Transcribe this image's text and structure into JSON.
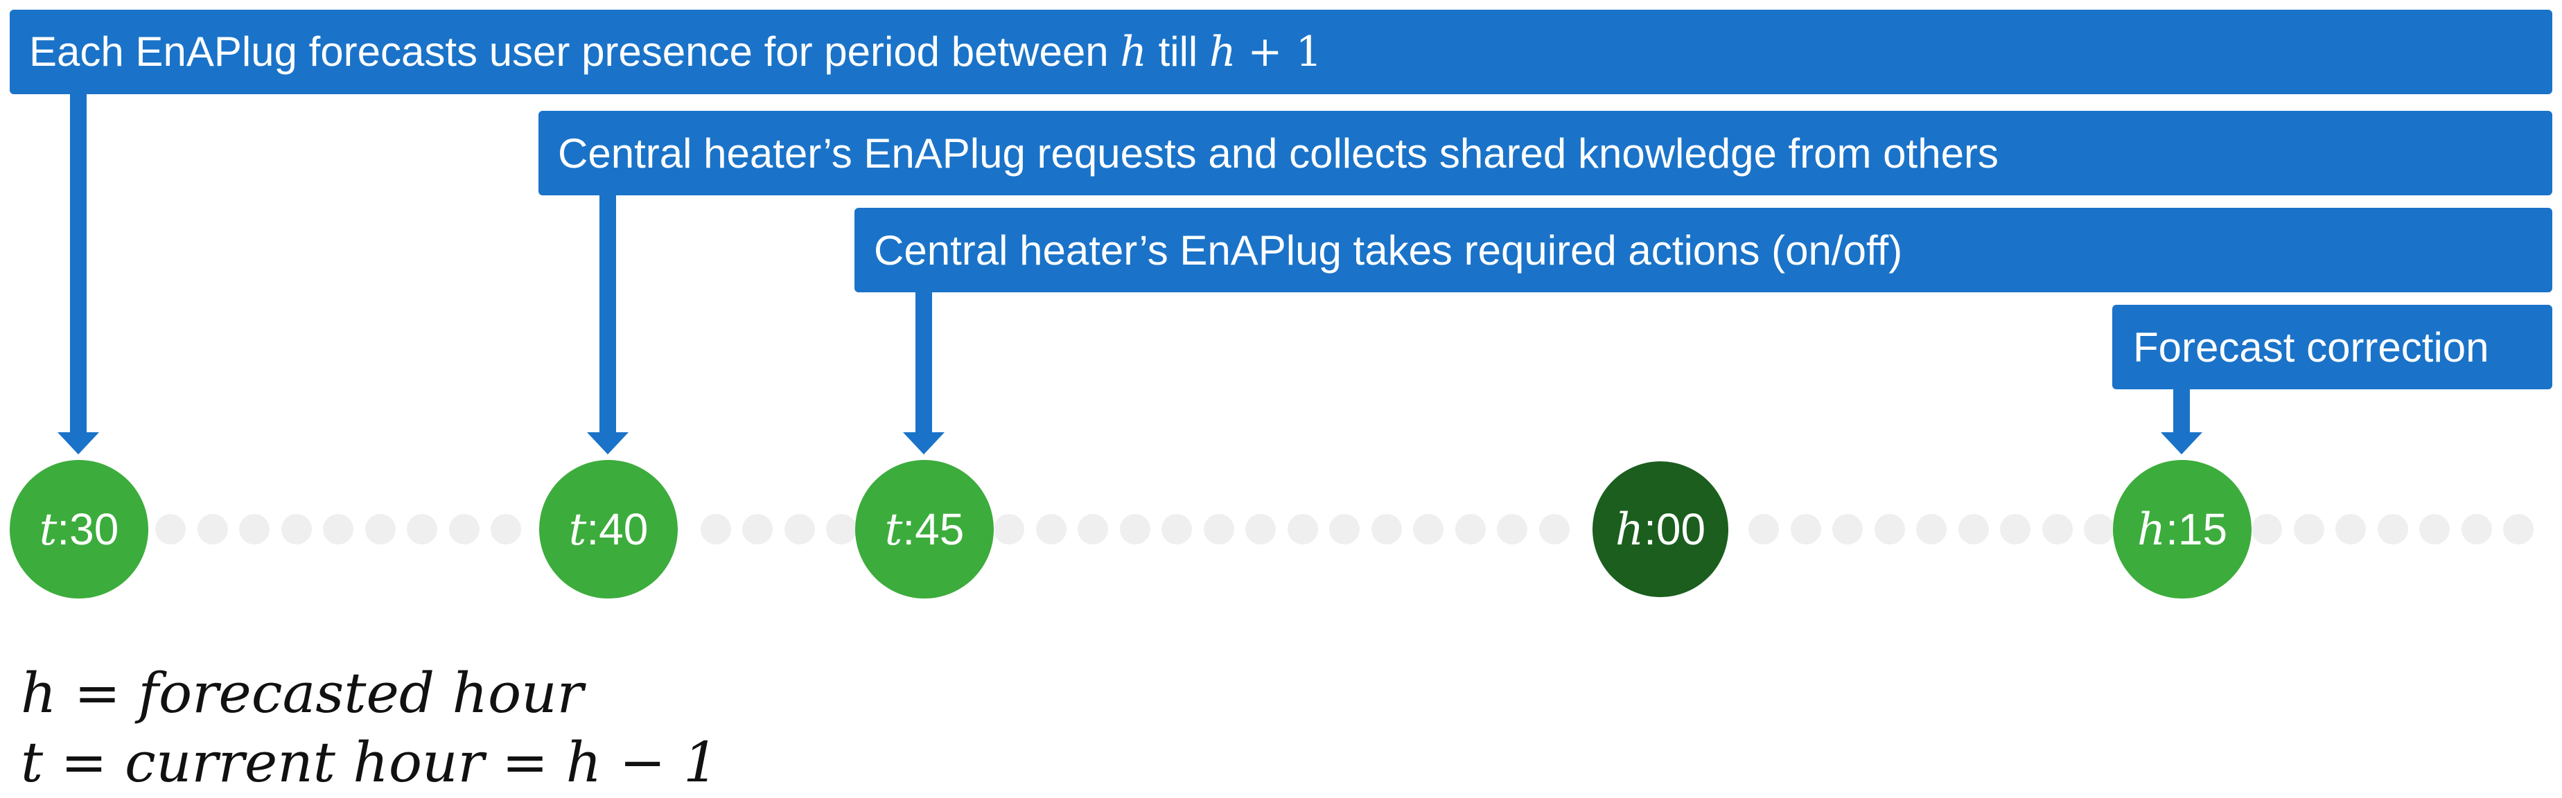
{
  "banners": [
    {
      "text": "Each EnAPlug forecasts user presence for period between",
      "var_h": "h",
      "mid": "till",
      "expr": "h",
      "expr_rest": "+ 1"
    },
    {
      "text": "Central heater’s  EnAPlug requests and collects shared knowledge from others"
    },
    {
      "text": "Central heater’s  EnAPlug takes required actions (on/off)"
    },
    {
      "text": "Forecast correction"
    }
  ],
  "nodes": [
    {
      "var": "t",
      "time": ":30",
      "shade": "green"
    },
    {
      "var": "t",
      "time": ":40",
      "shade": "green"
    },
    {
      "var": "t",
      "time": ":45",
      "shade": "green"
    },
    {
      "var": "h",
      "time": ":00",
      "shade": "dark-green"
    },
    {
      "var": "h",
      "time": ":15",
      "shade": "green"
    }
  ],
  "legend": [
    {
      "text": "h = forecasted hour"
    },
    {
      "text": "t = current hour = h − 1"
    }
  ],
  "colors": {
    "banner": "#1a73c8",
    "node": "#3cac3c",
    "node_dark": "#1b5e1e",
    "timeline_dot": "#efefef"
  }
}
